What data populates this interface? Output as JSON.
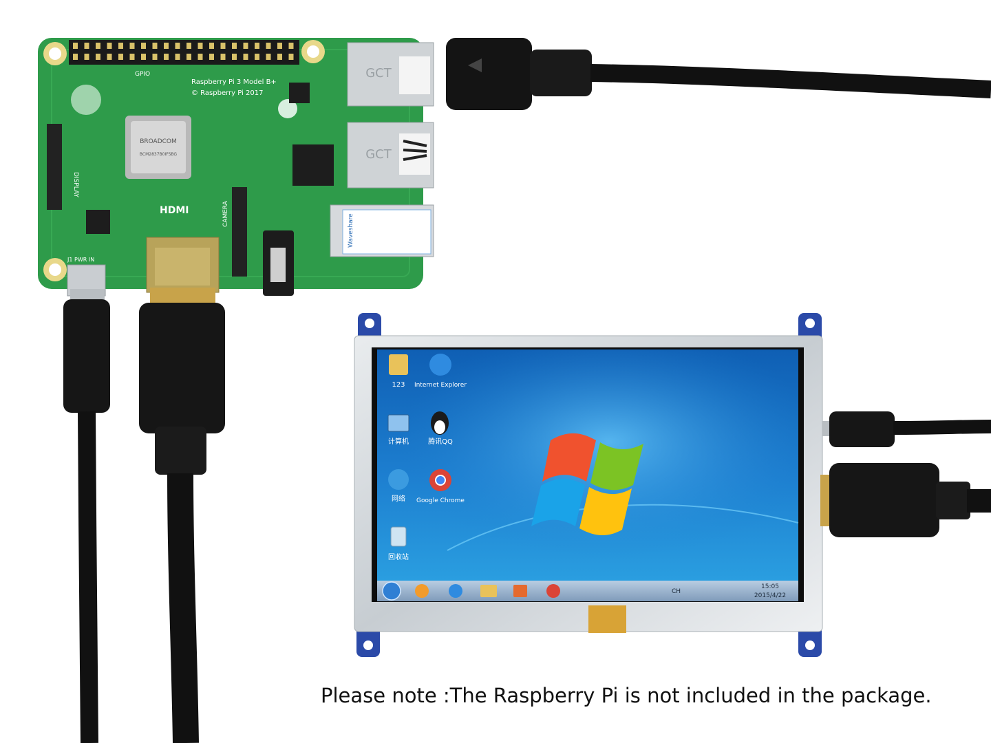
{
  "board": {
    "silk_model": "Raspberry Pi 3 Model B+",
    "silk_copyright": "© Raspberry Pi 2017",
    "silk_gpio": "GPIO",
    "silk_hdmi": "HDMI",
    "silk_display": "DISPLAY",
    "silk_camera": "CAMERA",
    "silk_pwr": "J1 PWR IN",
    "chip_brand": "BROADCOM",
    "chip_code": "BCM2837B0IFSBG",
    "usb_brand": "GCT",
    "sticker": "Waveshare"
  },
  "desktop": {
    "icons": [
      {
        "label": "123"
      },
      {
        "label": "Internet Explorer"
      },
      {
        "label": "计算机"
      },
      {
        "label": "腾讯QQ"
      },
      {
        "label": "网络"
      },
      {
        "label": "Google Chrome"
      },
      {
        "label": "回收站"
      }
    ],
    "tray_lang": "CH",
    "clock_time": "15:05",
    "clock_date": "2015/4/22"
  },
  "note": "Please note :The Raspberry Pi is not included in the package.",
  "colors": {
    "pcb": "#2e9b4a",
    "desktop_blue": "#1e6fc2",
    "taskbar": "#9fb6d0",
    "cable": "#111111"
  }
}
